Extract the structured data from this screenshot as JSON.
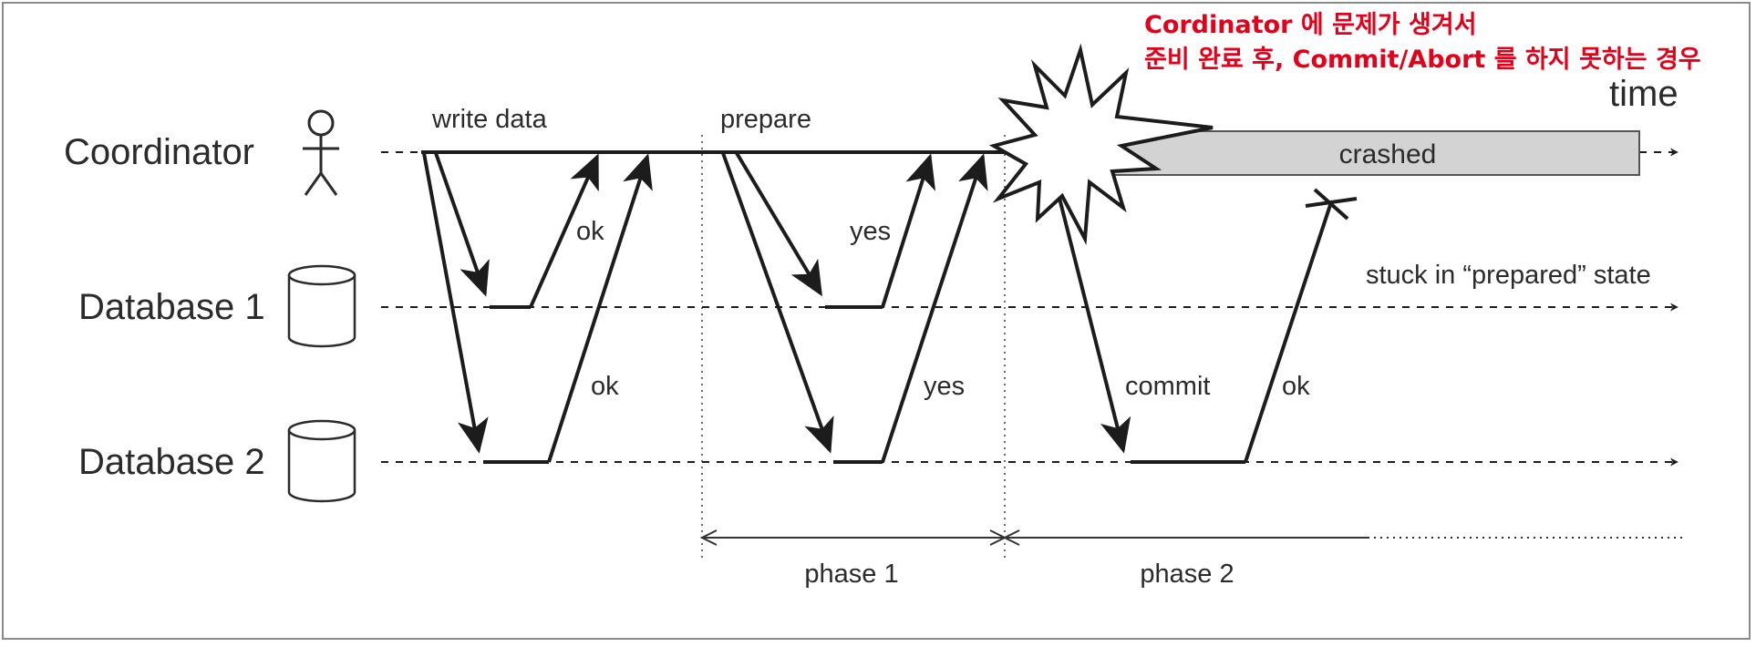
{
  "annotation": {
    "line1": "Cordinator 에 문제가 생겨서",
    "line2": "준비 완료 후, Commit/Abort 를 하지 못하는 경우"
  },
  "axis": {
    "time": "time"
  },
  "lanes": {
    "coordinator": "Coordinator",
    "database1": "Database 1",
    "database2": "Database 2"
  },
  "messages": {
    "write_data": "write data",
    "ok_db1": "ok",
    "ok_db2": "ok",
    "prepare": "prepare",
    "yes_db1": "yes",
    "yes_db2": "yes",
    "commit_partial": "co",
    "commit": "commit",
    "ok_commit": "ok"
  },
  "states": {
    "crashed": "crashed",
    "stuck": "stuck in “prepared” state"
  },
  "phases": {
    "phase1": "phase 1",
    "phase2": "phase 2"
  },
  "colors": {
    "annotation": "#e3001b",
    "crashed_bar": "#d3d3d3",
    "ink": "#1c1c1c"
  }
}
